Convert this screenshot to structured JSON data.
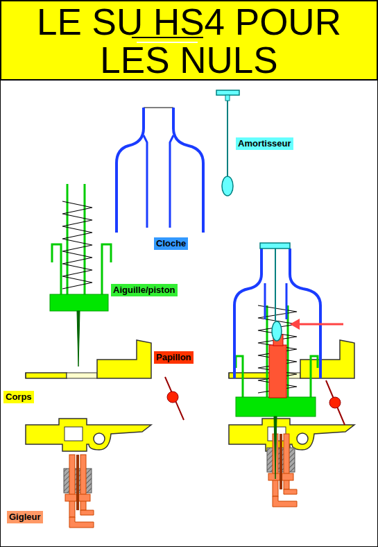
{
  "diagram": {
    "title": "LE SU HS4 POUR LES NULS",
    "nodes": [
      {
        "text": [
          "Amortisseur"
        ]
      },
      {
        "text": [
          "Cloche"
        ]
      },
      {
        "text": [
          "Aiguille/piston"
        ]
      },
      {
        "text": [
          "Papillon"
        ]
      },
      {
        "text": [
          "Corps"
        ]
      },
      {
        "text": [
          "Gigleur"
        ]
      }
    ]
  }
}
